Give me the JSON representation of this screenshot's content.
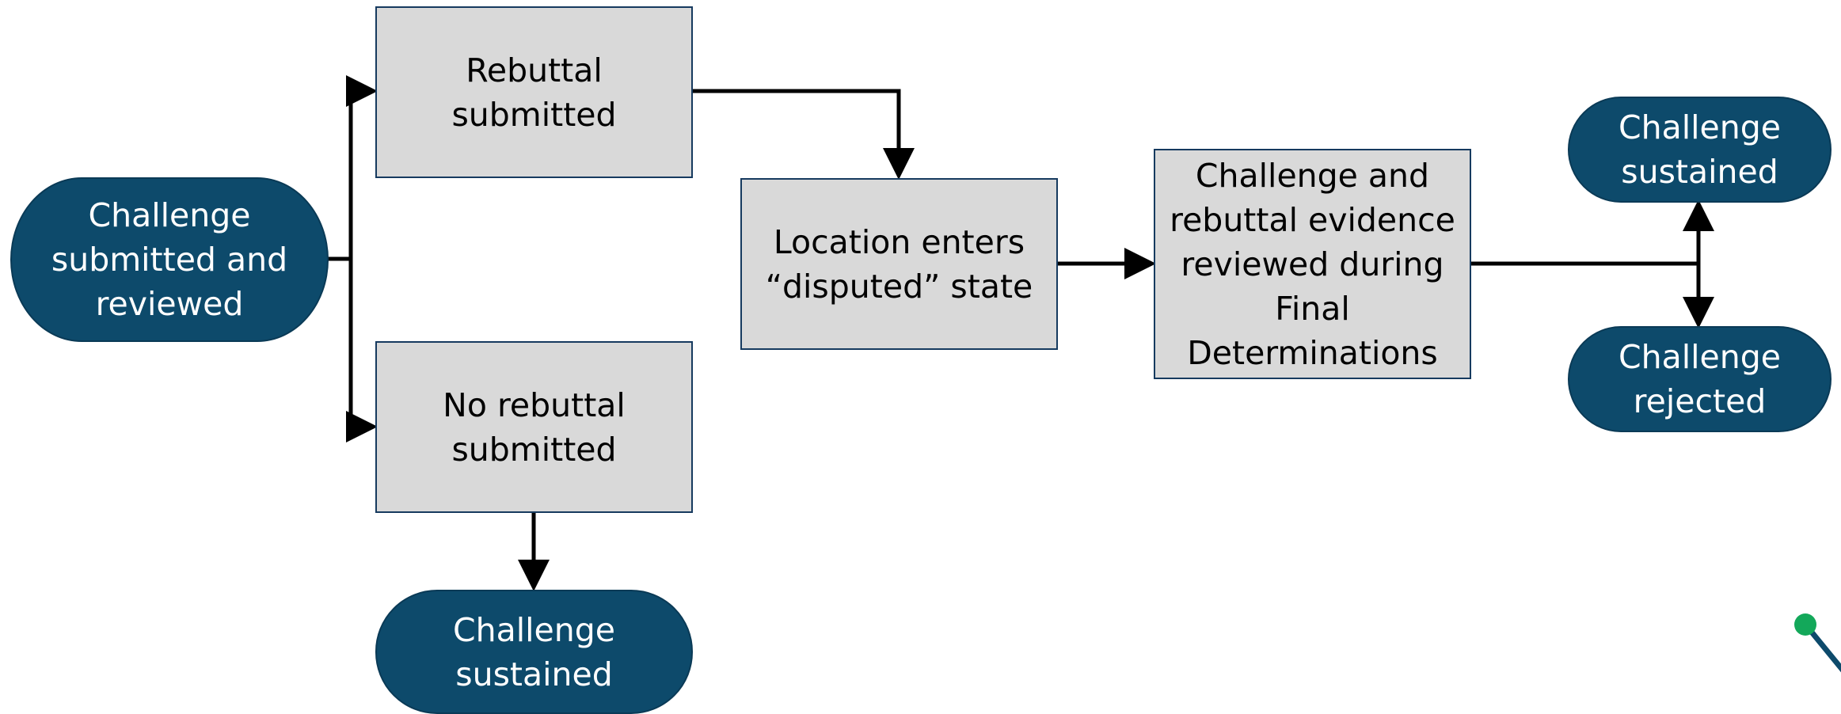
{
  "colors": {
    "terminal_fill": "#0d4a6b",
    "terminal_text": "#ffffff",
    "process_fill": "#d9d9d9",
    "process_border": "#163a5f",
    "connector": "#000000",
    "marker_dot": "#13a85a"
  },
  "nodes": {
    "challenge_submitted": "Challenge\nsubmitted and\nreviewed",
    "rebuttal_submitted": "Rebuttal\nsubmitted",
    "no_rebuttal_submitted": "No rebuttal\nsubmitted",
    "challenge_sustained_bottom": "Challenge\nsustained",
    "location_disputed": "Location enters\n“disputed” state",
    "final_determinations": "Challenge and\nrebuttal evidence\nreviewed during\nFinal\nDeterminations",
    "challenge_sustained_right": "Challenge\nsustained",
    "challenge_rejected": "Challenge\nrejected"
  }
}
